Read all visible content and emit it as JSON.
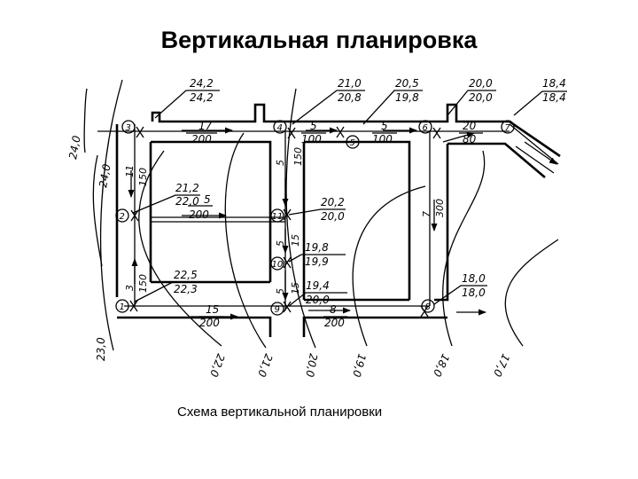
{
  "title": "Вертикальная планировка",
  "caption": "Схема вертикальной планировки",
  "nodes": [
    "1",
    "2",
    "3",
    "4",
    "5",
    "6",
    "7",
    "8",
    "9",
    "10",
    "11"
  ],
  "elevations": [
    {
      "top": "24,2",
      "bottom": "24,2"
    },
    {
      "top": "21,0",
      "bottom": "20,8"
    },
    {
      "top": "20,5",
      "bottom": "19,8"
    },
    {
      "top": "20,0",
      "bottom": "20,0"
    },
    {
      "top": "18,4",
      "bottom": "18,4"
    },
    {
      "top": "21,2",
      "bottom": "22,0"
    },
    {
      "top": "20,2",
      "bottom": "20,0"
    },
    {
      "top": "19,8",
      "bottom": "19,9"
    },
    {
      "top": "22,5",
      "bottom": "22,3"
    },
    {
      "top": "19,4",
      "bottom": "20,0"
    },
    {
      "top": "18,0",
      "bottom": "18,0"
    }
  ],
  "slopes": [
    {
      "top": "17",
      "bottom": "200"
    },
    {
      "top": "5",
      "bottom": "100"
    },
    {
      "top": "5",
      "bottom": "100"
    },
    {
      "top": "20",
      "bottom": "80"
    },
    {
      "top": "5",
      "bottom": "200"
    },
    {
      "top": "15",
      "bottom": "200"
    },
    {
      "top": "8",
      "bottom": "200"
    },
    {
      "top": "5",
      "bottom": "150"
    },
    {
      "top": "11",
      "bottom": "150"
    },
    {
      "top": "3",
      "bottom": "150"
    },
    {
      "top": "5",
      "bottom": "15"
    },
    {
      "top": "5",
      "bottom": "15"
    },
    {
      "top": "7",
      "bottom": "300"
    }
  ],
  "contours": [
    "23,0",
    "22,0",
    "21,0",
    "20,0",
    "19,0",
    "18,0",
    "17,0",
    "24,0",
    "24,0"
  ]
}
